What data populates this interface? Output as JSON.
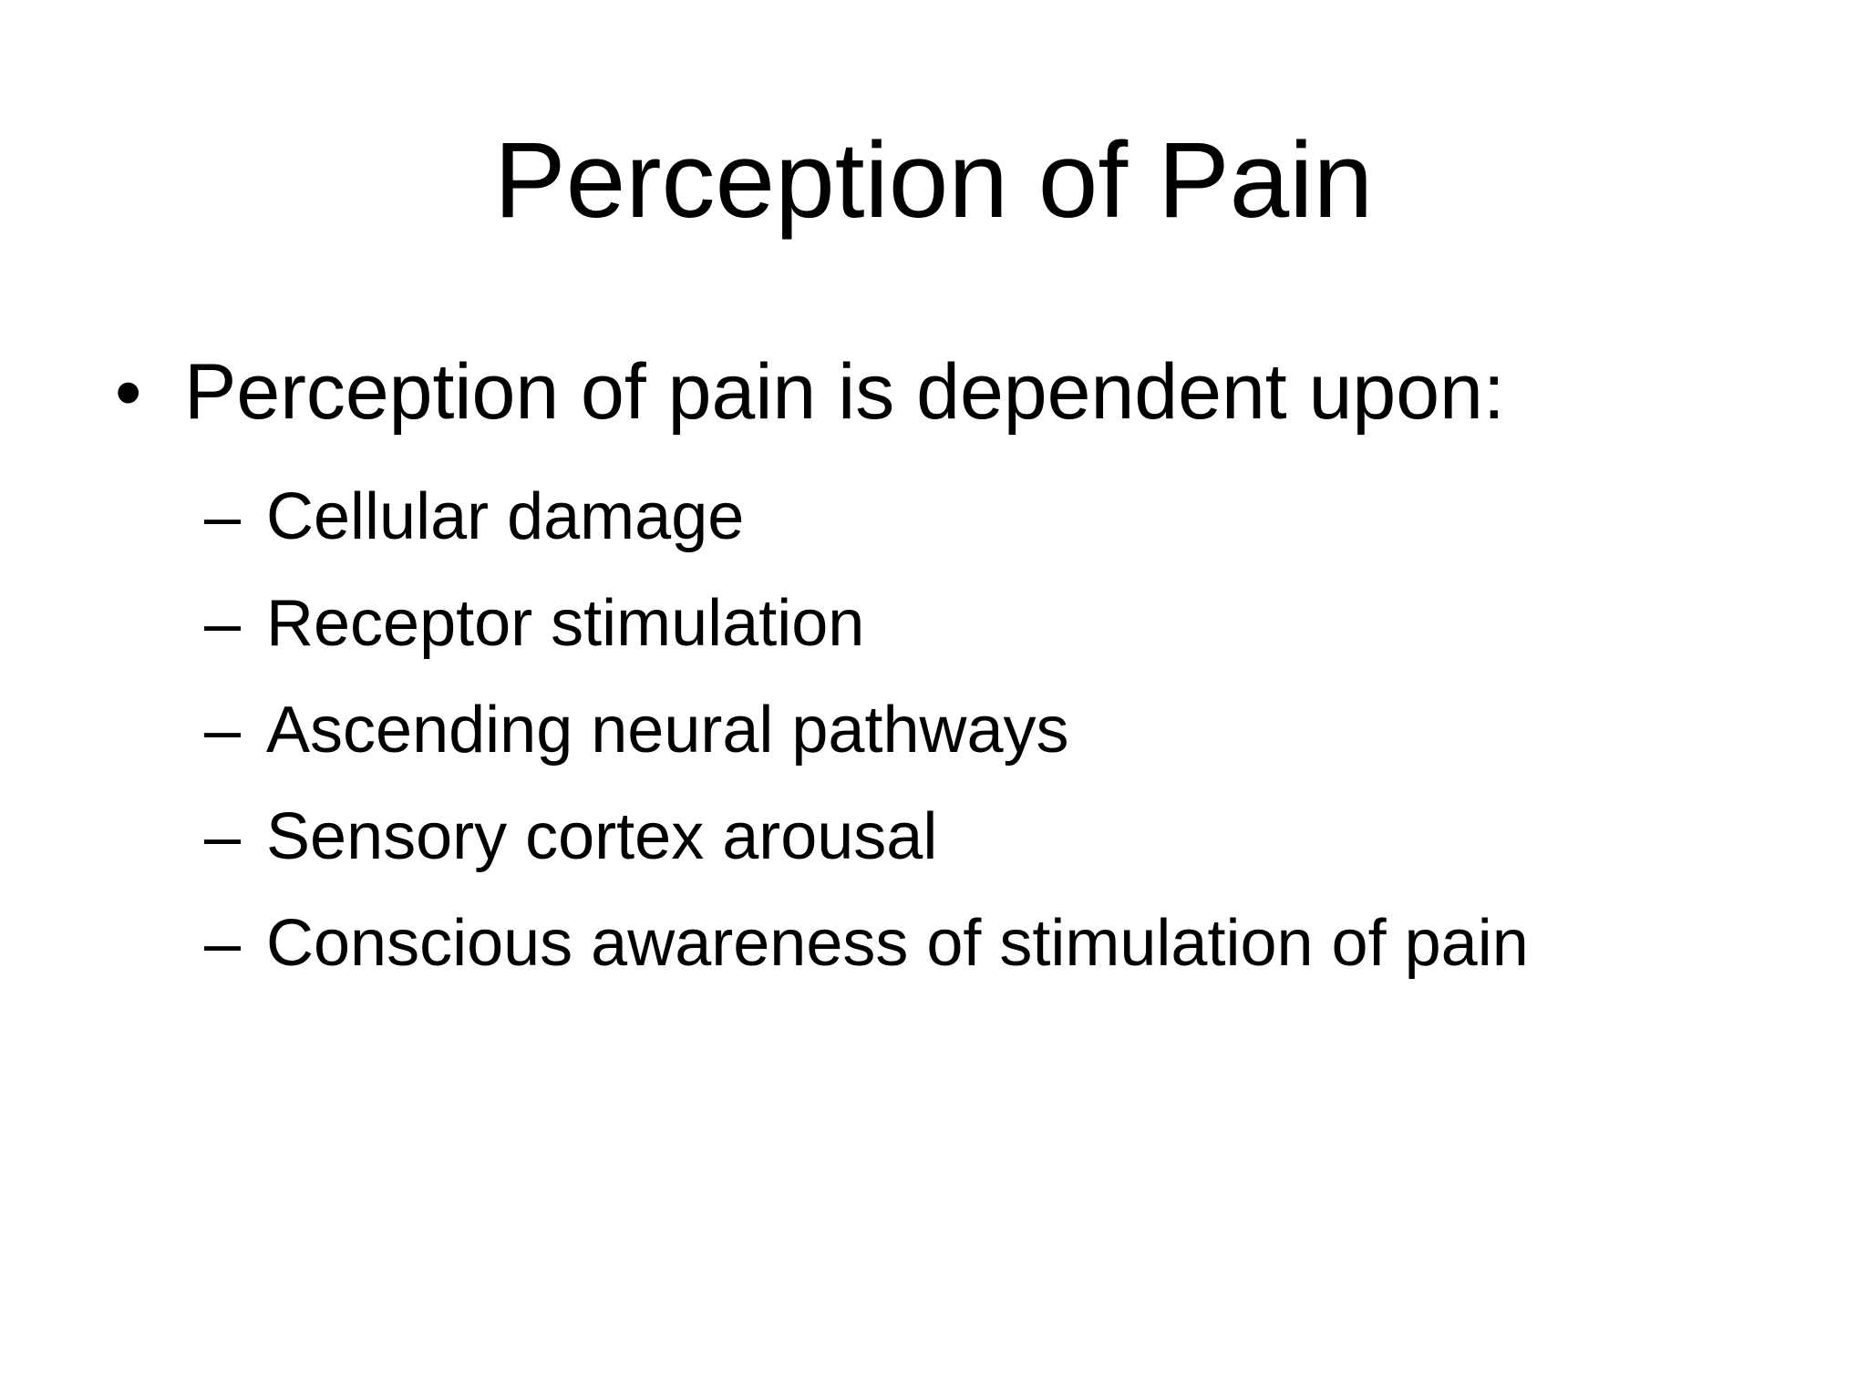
{
  "slide": {
    "title": "Perception of Pain",
    "bullet": {
      "marker": "•",
      "text": "Perception of pain is dependent upon:"
    },
    "sub_items": [
      {
        "marker": "–",
        "text": "Cellular damage"
      },
      {
        "marker": "–",
        "text": "Receptor stimulation"
      },
      {
        "marker": "–",
        "text": "Ascending neural pathways"
      },
      {
        "marker": "–",
        "text": "Sensory cortex arousal"
      },
      {
        "marker": "–",
        "text": "Conscious awareness of stimulation of pain"
      }
    ]
  }
}
